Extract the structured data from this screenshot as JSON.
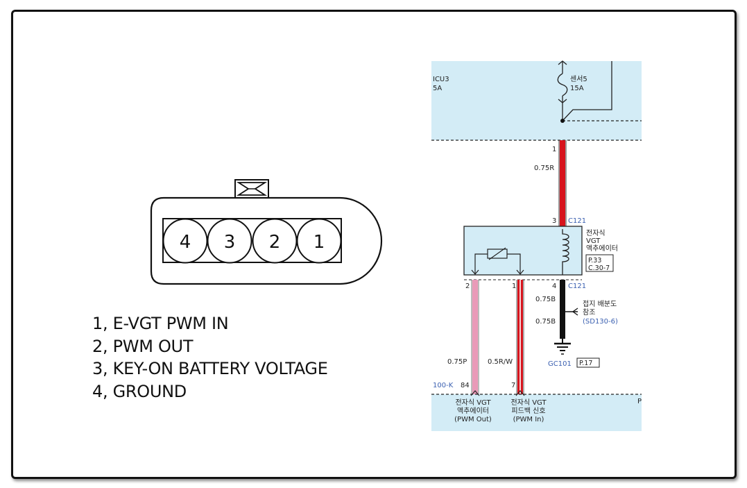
{
  "connector": {
    "pins": [
      "4",
      "3",
      "2",
      "1"
    ]
  },
  "legend": [
    "1, E-VGT PWM IN",
    "2, PWM OUT",
    "3, KEY-ON BATTERY VOLTAGE",
    "4, GROUND"
  ],
  "schematic": {
    "top_left_fuse_name": "ICU3",
    "top_left_fuse_rating": "5A",
    "fuse_name": "센서5",
    "fuse_rating": "15A",
    "wire_top_pin": "1",
    "wire_top_gauge": "0.75R",
    "actuator_pin_top": "3",
    "actuator_connector_top": "C121",
    "actuator_name_1": "전자식",
    "actuator_name_2": "VGT",
    "actuator_name_3": "액추에이터",
    "actuator_ref_1": "P.33",
    "actuator_ref_2": "C.30-7",
    "actuator_pin_left": "2",
    "actuator_pin_mid": "1",
    "actuator_pin_right": "4",
    "actuator_connector_bottom": "C121",
    "ground_gauge_1": "0.75B",
    "ground_gauge_2": "0.75B",
    "ground_note_1": "접지 배분도",
    "ground_note_2": "참조",
    "ground_note_ref": "(SD130-6)",
    "ground_label": "GC101",
    "ground_ref": "P.17",
    "wire_pink_gauge": "0.75P",
    "wire_red_gauge": "0.5R/W",
    "ecu_connector": "100-K",
    "ecu_pin_84": "84",
    "ecu_pin_7": "7",
    "ecu_right_letter": "P",
    "ecu_label_1a": "전자식 VGT",
    "ecu_label_1b": "액추에이터",
    "ecu_label_1c": "(PWM Out)",
    "ecu_label_2a": "전자식 VGT",
    "ecu_label_2b": "피드백 신호",
    "ecu_label_2c": "(PWM In)"
  },
  "colors": {
    "panel_blue": "#d3ecf6",
    "wire_red": "#d7141d",
    "wire_pink": "#e99ab8",
    "wire_black": "#111111",
    "ref_blue": "#3a5fb0"
  }
}
